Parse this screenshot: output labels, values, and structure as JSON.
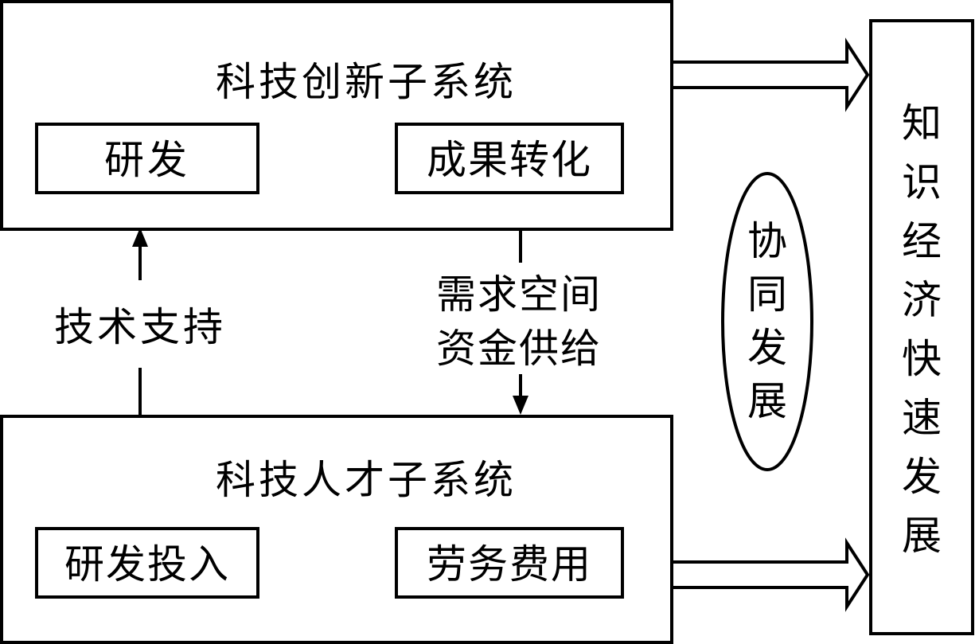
{
  "innovation_subsystem": {
    "title": "科技创新子系统",
    "items": [
      "研发",
      "成果转化"
    ]
  },
  "talent_subsystem": {
    "title": "科技人才子系统",
    "items": [
      "研发投入",
      "劳务费用"
    ]
  },
  "upward_link": {
    "label": "技术支持"
  },
  "downward_link": {
    "lines": [
      "需求空间",
      "资金供给"
    ]
  },
  "synergy": {
    "label": "协同发展"
  },
  "knowledge_economy": {
    "label": "知识经济快速发展"
  }
}
